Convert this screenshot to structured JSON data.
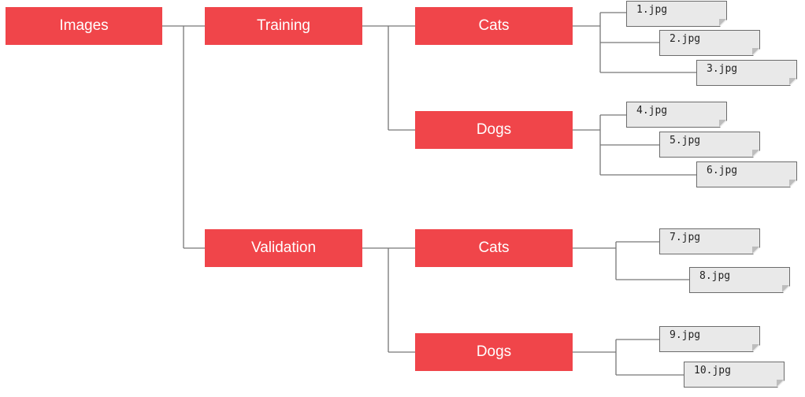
{
  "nodes": {
    "root": "Images",
    "training": "Training",
    "validation": "Validation",
    "training_cats": "Cats",
    "training_dogs": "Dogs",
    "validation_cats": "Cats",
    "validation_dogs": "Dogs"
  },
  "files": [
    "1.jpg",
    "2.jpg",
    "3.jpg",
    "4.jpg",
    "5.jpg",
    "6.jpg",
    "7.jpg",
    "8.jpg",
    "9.jpg",
    "10.jpg"
  ],
  "colors": {
    "folder": "#f0454a",
    "folder_text": "#ffffff",
    "file_fill": "#e9e9e9",
    "connector": "#777777"
  }
}
